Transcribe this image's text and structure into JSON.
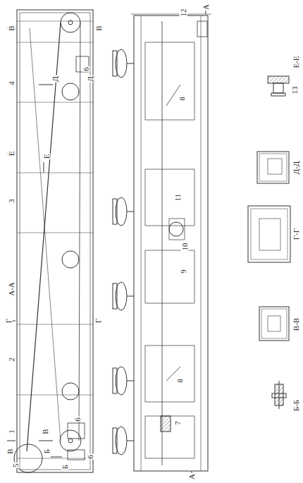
{
  "diagram": {
    "labels": [
      "В",
      "В",
      "6",
      "4",
      "Д",
      "Д",
      "Е",
      "Е",
      "3",
      "А-А",
      "Г",
      "Г",
      "2",
      "1",
      "В",
      "В",
      "Б",
      "Б",
      "5",
      "6",
      "6",
      "12",
      "А",
      "8",
      "11",
      "10",
      "9",
      "8",
      "7",
      "А",
      "Е-Е",
      "13",
      "Д-Д",
      "Г-Г",
      "В-В",
      "Б-Б"
    ]
  }
}
